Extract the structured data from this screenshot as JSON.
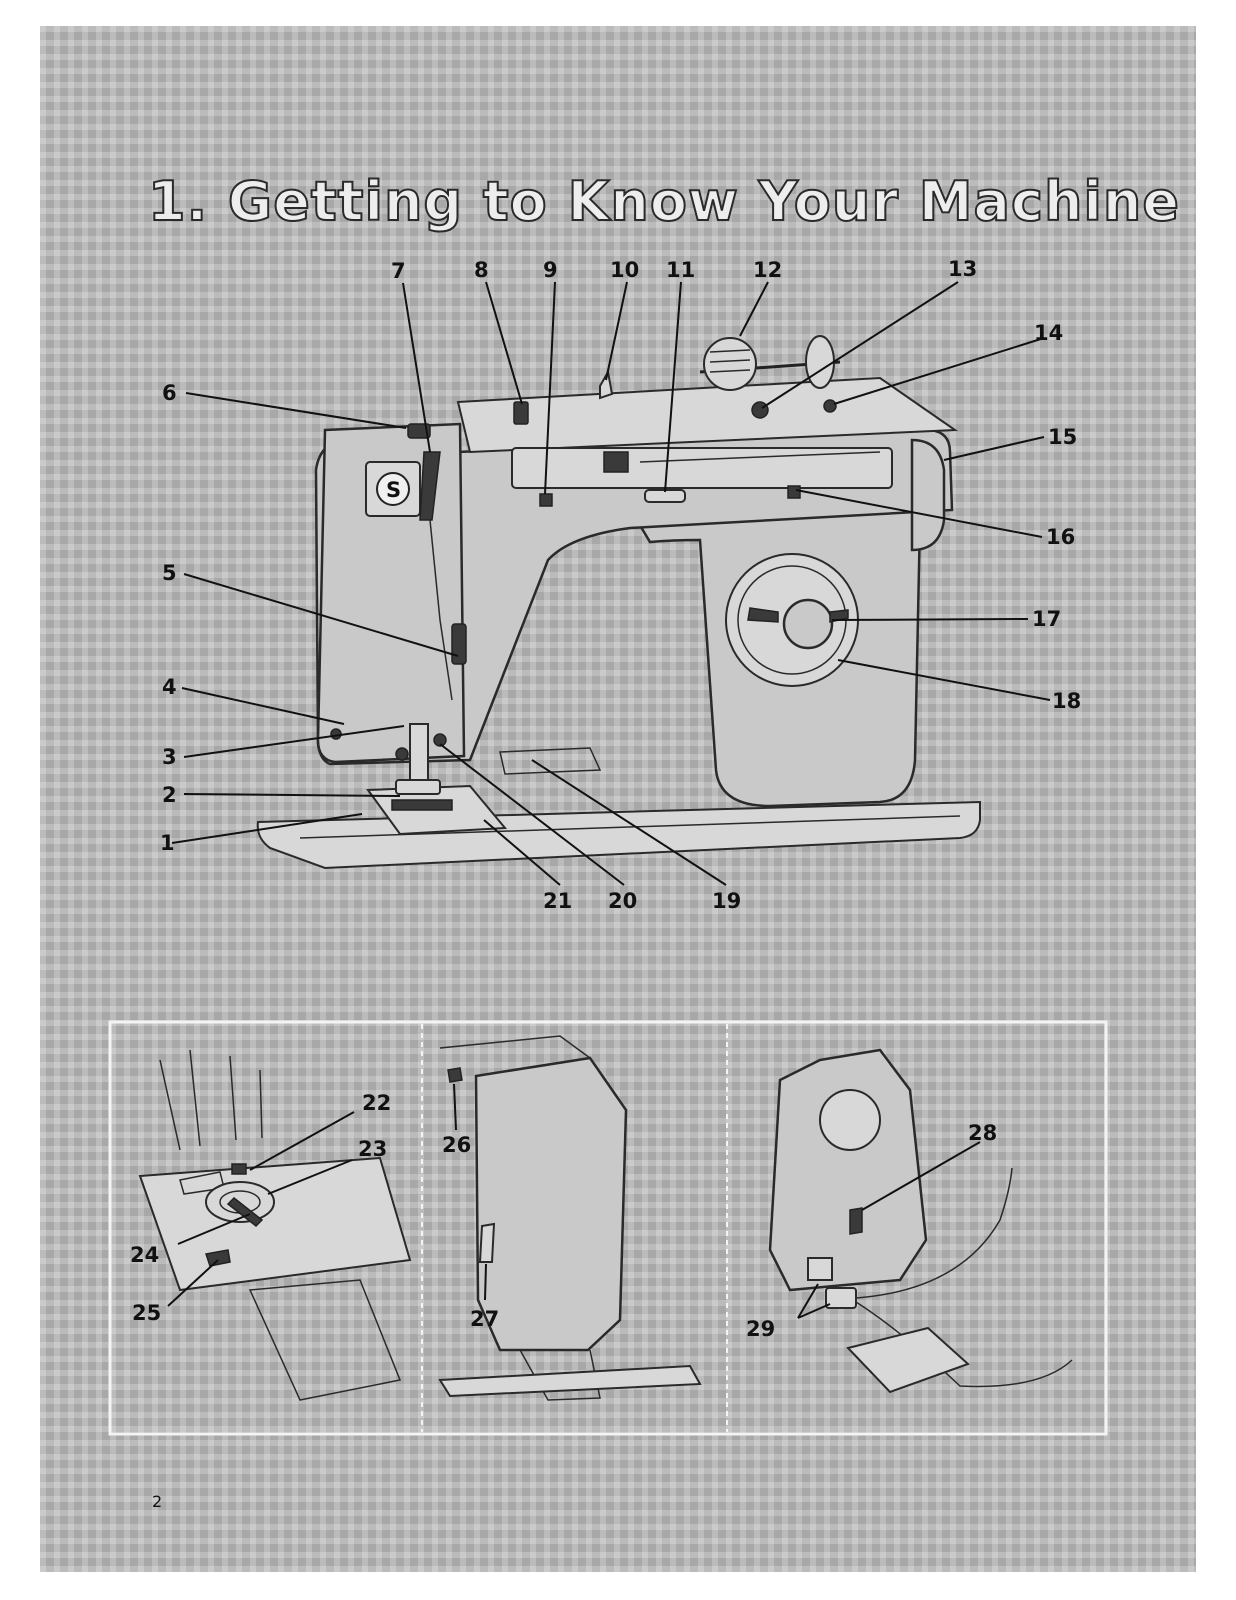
{
  "page": {
    "title": "1. Getting to Know Your Machine",
    "page_number": "2"
  },
  "callouts": {
    "main": [
      "1",
      "2",
      "3",
      "4",
      "5",
      "6",
      "7",
      "8",
      "9",
      "10",
      "11",
      "12",
      "13",
      "14",
      "15",
      "16",
      "17",
      "18",
      "19",
      "20",
      "21"
    ],
    "panel_left": [
      "22",
      "23",
      "24",
      "25"
    ],
    "panel_middle": [
      "26",
      "27"
    ],
    "panel_right": [
      "28",
      "29"
    ]
  },
  "colors": {
    "background_check": "#a8a8a8",
    "ink": "#111111",
    "machine_fill": "#c9c9c9"
  }
}
